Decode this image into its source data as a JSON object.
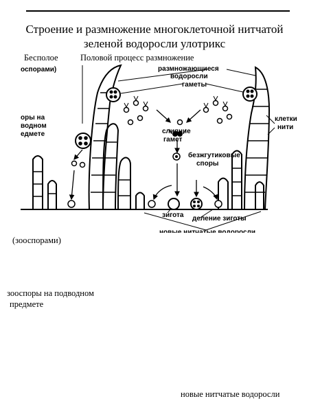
{
  "title_line1": "Строение и размножение многоклеточной нитчатой",
  "title_line2": "зеленой водоросли улотрикс",
  "header": {
    "asexual": "Бесполое",
    "sexual": "Половой процесс размножение"
  },
  "diagram_labels": {
    "zoosporami_clipped": "оспорами)",
    "zoospores_left_1": "оры на",
    "zoospores_left_2": "водном",
    "zoospores_left_3": "едмете",
    "reproducing_1": "размножающиеся",
    "reproducing_2": "водоросли",
    "gametes": "гаметы",
    "fusion_1": "слияние",
    "fusion_2": "гамет",
    "flagless_1": "безжгутиковые",
    "flagless_2": "споры",
    "cells_1": "клетки",
    "cells_2": "нити",
    "zygote": "зигота",
    "zygote_division": "деление зиготы",
    "new_algae_clipped": "новые нитчатые водоросли"
  },
  "lower_text": {
    "zoosporami": "(зооспорами)",
    "zoospores_on_1": "зооспоры на подводном",
    "zoospores_on_2": "предмете",
    "new_algae": "новые нитчатые водоросли"
  }
}
